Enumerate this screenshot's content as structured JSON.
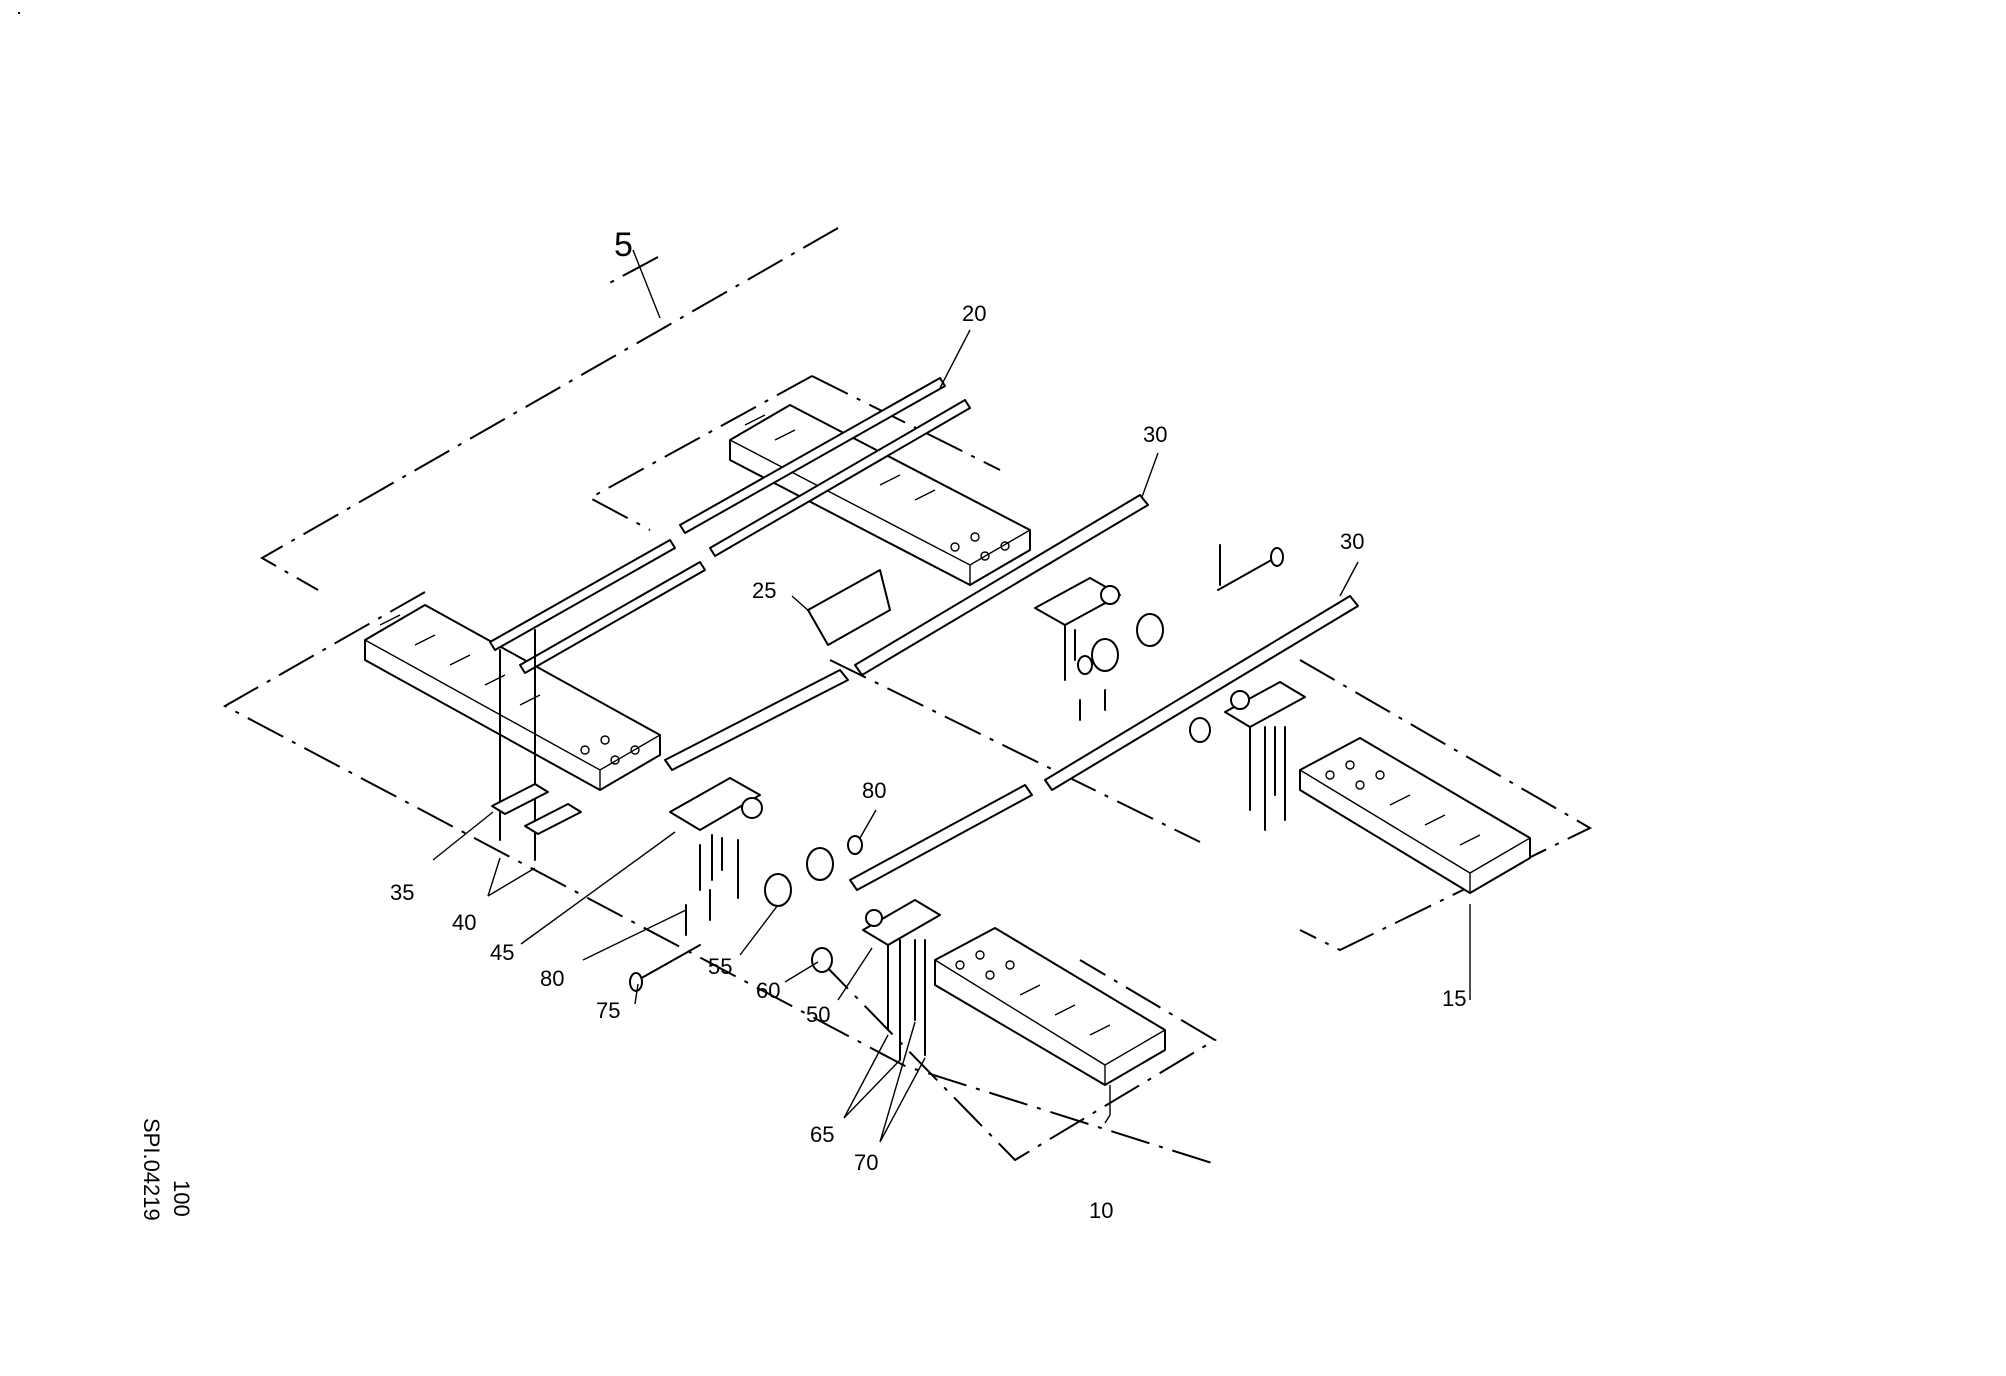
{
  "callouts": {
    "c5": "5",
    "c10": "10",
    "c15": "15",
    "c20": "20",
    "c25": "25",
    "c30a": "30",
    "c30b": "30",
    "c35": "35",
    "c40": "40",
    "c45": "45",
    "c50": "50",
    "c55": "55",
    "c60": "60",
    "c65": "65",
    "c70": "70",
    "c75": "75",
    "c80a": "80",
    "c80b": "80"
  },
  "side_text": {
    "code": "SPI.04219",
    "sheet": "100"
  }
}
